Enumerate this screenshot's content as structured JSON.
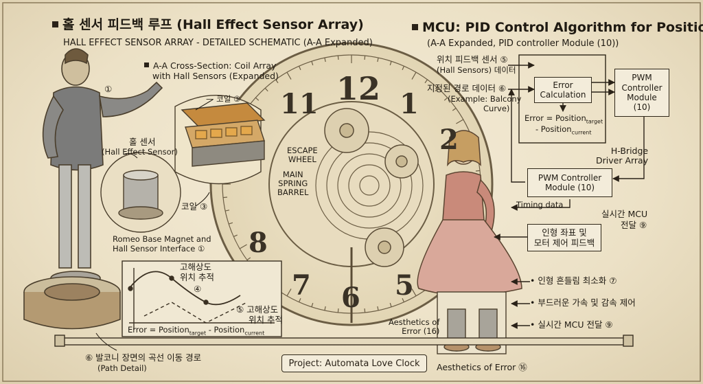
{
  "header": {
    "left_title": "홀 센서 피드백 루프 (Hall Effect Sensor Array)",
    "left_subtitle": "HALL EFFECT SENSOR ARRAY - DETAILED SCHEMATIC (A-A Expanded)",
    "right_title": "MCU: PID Control Algorithm for Position",
    "right_subtitle": "(A-A Expanded, PID controller Module (10))"
  },
  "left_panel": {
    "marker_1": "①",
    "cross_section_title_1": "A-A Cross-Section: Coil Array",
    "cross_section_title_2": "with Hall Sensors (Expanded)",
    "coil_label_top": "— 코일 ③",
    "hall_sensor_ko": "홀 센서",
    "hall_sensor_en": "(Hall Effect Sensor)",
    "coil_label_mid": "코일 ③",
    "romeo_base_1": "Romeo Base Magnet and",
    "romeo_base_2": "Hall Sensor Interface ①",
    "graph_label_1a": "고해상도",
    "graph_label_1b": "위치 추적",
    "graph_marker_4": "④",
    "graph_label_2a": "⑤ 고해상도",
    "graph_label_2b": "위치 추적",
    "graph_error_prefix": "Error = Position",
    "graph_error_sub1": "target",
    "graph_error_mid": " - Position",
    "graph_error_sub2": "current",
    "path_detail_1": "⑥ 발코니 장면의 곡선 이동 경로",
    "path_detail_2": "(Path Detail)"
  },
  "clock": {
    "numerals": [
      "12",
      "1",
      "2",
      "11",
      "8",
      "7",
      "6",
      "5"
    ],
    "escape_wheel_1": "ESCAPE",
    "escape_wheel_2": "WHEEL",
    "main_spring_1": "MAIN",
    "main_spring_2": "SPRING",
    "main_spring_3": "BARREL"
  },
  "right_panel": {
    "input_hall_1": "위치 피드백 센서 ⑤",
    "input_hall_2": "(Hall Sensors) 데이터",
    "input_path_1": "지정된 경로 데이터 ⑥",
    "input_path_2": "(Example: Balcony",
    "input_path_3": "Curve)",
    "error_calc_1": "Error",
    "error_calc_2": "Calculation",
    "error_eq_prefix": "Error = Position",
    "error_eq_sub1": "target",
    "error_eq_mid": "- Position",
    "error_eq_sub2": "current",
    "pwm_module_1": "PWM",
    "pwm_module_2": "Controller",
    "pwm_module_3": "Module",
    "pwm_module_4": "(10)",
    "hbridge_1": "H-Bridge",
    "hbridge_2": "Driver Array",
    "pwm_lower_1": "PWM Controller",
    "pwm_lower_2": "Module (10)",
    "timing_data": "Timing data",
    "realtime_1": "실시간 MCU",
    "realtime_2": "전달 ⑨",
    "feedback_1": "인형 좌표 및",
    "feedback_2": "모터 제어 피드백",
    "bullet_1": "• 인형 흔들림 최소화 ⑦",
    "bullet_2": "• 부드러운 가속 및 감속 제어",
    "bullet_3": "• 실시간 MCU 전달 ⑨",
    "aesthetics_1": "Aesthetics of",
    "aesthetics_2": "Error (16)",
    "aesthetics_bottom": "Aesthetics of Error ⑯"
  },
  "footer": {
    "project": "Project: Automata Love Clock"
  }
}
